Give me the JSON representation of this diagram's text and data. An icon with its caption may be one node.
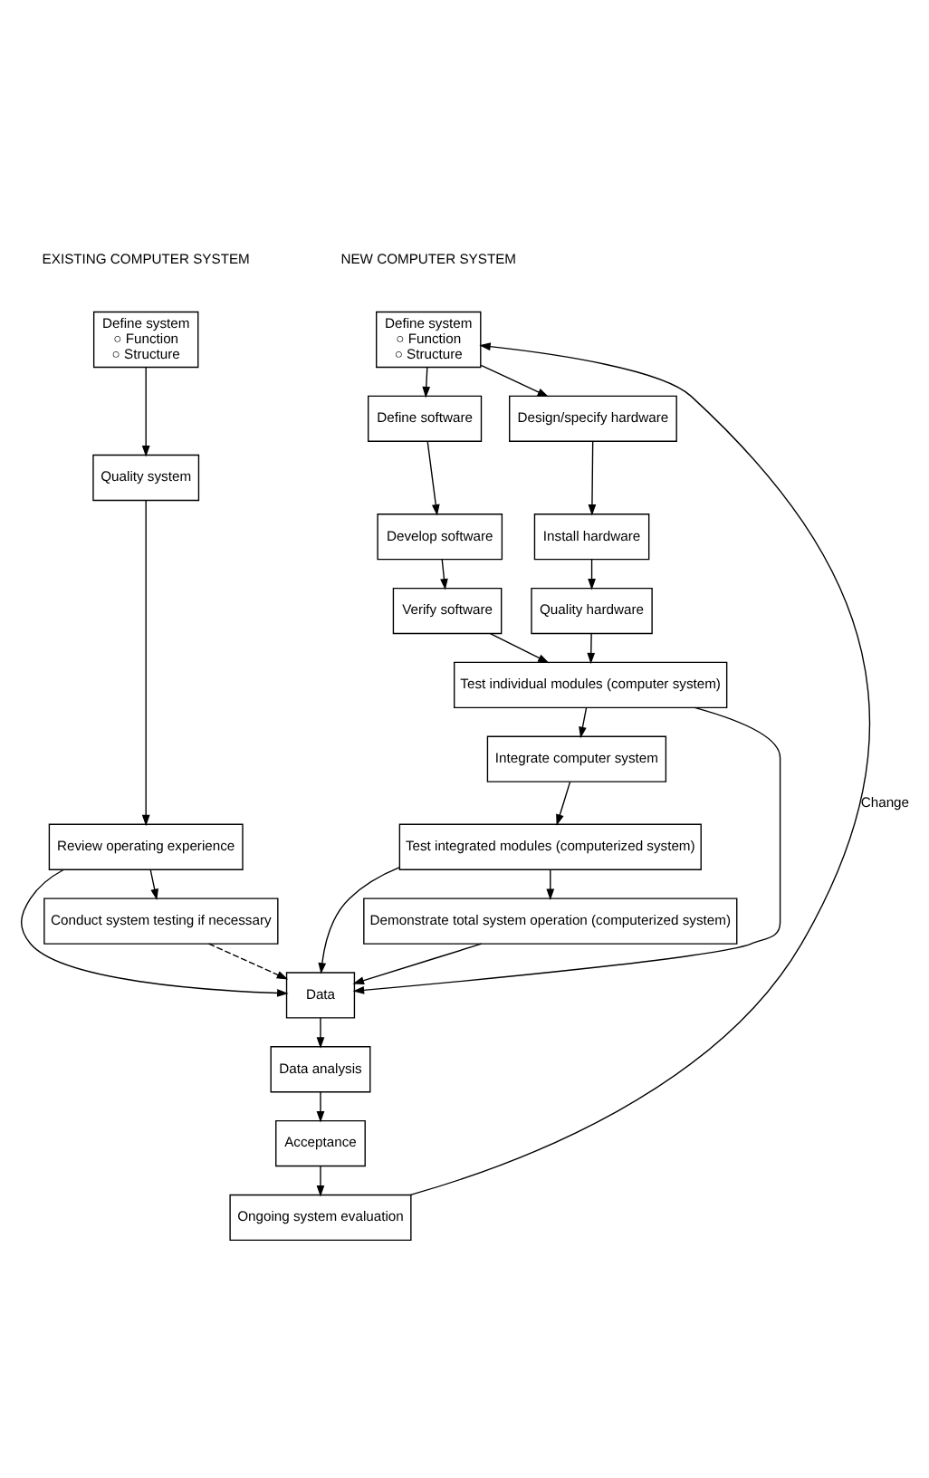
{
  "diagram": {
    "nodes": [
      {
        "text": [
          "Define system",
          "○ Function",
          "○ Structure"
        ]
      },
      {
        "text": [
          "Define system",
          "○ Function",
          "○ Structure"
        ]
      },
      {
        "text": [
          "Define software"
        ]
      },
      {
        "text": [
          "Design/specify hardware"
        ]
      },
      {
        "text": [
          "Develop software"
        ]
      },
      {
        "text": [
          "Install hardware"
        ]
      },
      {
        "text": [
          "Verify software"
        ]
      },
      {
        "text": [
          "Quality hardware"
        ]
      },
      {
        "text": [
          "Test individual modules (computer system)"
        ]
      },
      {
        "text": [
          "Quality system"
        ]
      },
      {
        "text": [
          "Review operating experience"
        ]
      },
      {
        "text": [
          "Integrate computer system"
        ]
      },
      {
        "text": [
          "Data"
        ]
      },
      {
        "text": [
          "Conduct system testing if necessary"
        ]
      },
      {
        "text": [
          "Test integrated modules (computerized system)"
        ]
      },
      {
        "text": [
          "Demonstrate total system operation (computerized system)"
        ]
      },
      {
        "text": [
          "Data analysis"
        ]
      },
      {
        "text": [
          "Acceptance"
        ]
      },
      {
        "text": [
          "Ongoing system evaluation"
        ]
      }
    ],
    "edges": [
      {
        "from": 0,
        "to": 2,
        "arrow": "to"
      },
      {
        "from": 0,
        "to": 3,
        "arrow": "to"
      },
      {
        "from": 2,
        "to": 4,
        "arrow": "to"
      },
      {
        "from": 3,
        "to": 5,
        "arrow": "to"
      },
      {
        "from": 4,
        "to": 6,
        "arrow": "to"
      },
      {
        "from": 5,
        "to": 7,
        "arrow": "to"
      },
      {
        "from": 6,
        "to": 8,
        "arrow": "to"
      },
      {
        "from": 7,
        "to": 8,
        "arrow": "to"
      },
      {
        "from": 1,
        "to": 9,
        "arrow": "to"
      },
      {
        "from": 9,
        "to": 10,
        "arrow": "to"
      },
      {
        "from": 8,
        "to": 11,
        "arrow": "to"
      },
      {
        "from": 8,
        "to": 12,
        "arrow": "to"
      },
      {
        "from": 10,
        "to": 12,
        "arrow": "to"
      },
      {
        "from": 10,
        "to": 13,
        "arrow": "to"
      },
      {
        "from": 13,
        "to": 12,
        "arrow": "to",
        "style": "dashed"
      },
      {
        "from": 11,
        "to": 14,
        "arrow": "to"
      },
      {
        "from": 14,
        "to": 12,
        "arrow": "to"
      },
      {
        "from": 14,
        "to": 15,
        "arrow": "to"
      },
      {
        "from": 15,
        "to": 12,
        "arrow": "to"
      },
      {
        "from": 12,
        "to": 16,
        "arrow": "to"
      },
      {
        "from": 16,
        "to": 17,
        "arrow": "to"
      },
      {
        "from": 17,
        "to": 18,
        "arrow": "to"
      },
      {
        "from": 18,
        "to": 0,
        "arrow": "to",
        "label": "Change"
      }
    ],
    "labels": [
      "NEW COMPUTER SYSTEM",
      "EXISTING COMPUTER SYSTEM"
    ]
  }
}
